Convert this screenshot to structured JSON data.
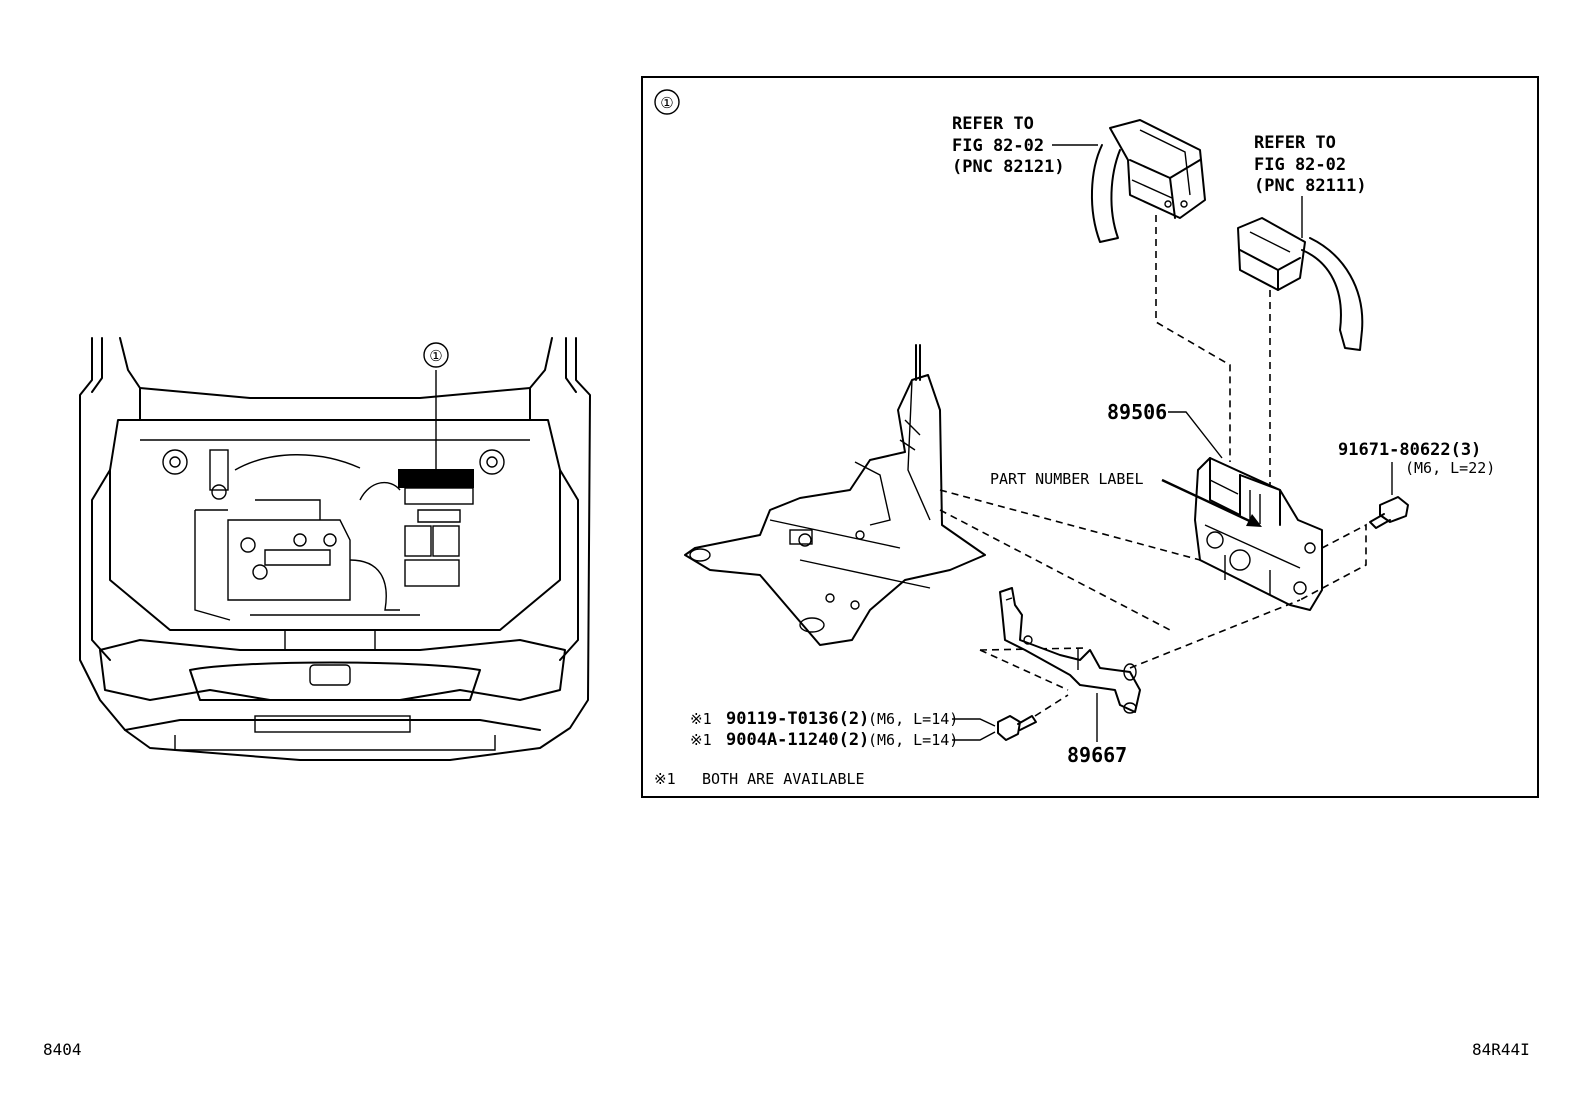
{
  "callout_symbol": "①",
  "refer_left": {
    "line1": "REFER TO",
    "line2": "FIG 82-02",
    "line3": "(PNC 82121)"
  },
  "refer_right": {
    "line1": "REFER TO",
    "line2": "FIG 82-02",
    "line3": "(PNC 82111)"
  },
  "parts": {
    "p89506": "89506",
    "label_text": "PART NUMBER LABEL",
    "bolt_right_pn": "91671-80622(3)",
    "bolt_right_spec": "(M6, L=22)",
    "bolt_a_mark": "※1",
    "bolt_a_pn": "90119-T0136(2)",
    "bolt_a_spec": "(M6, L=14)",
    "bolt_b_mark": "※1",
    "bolt_b_pn": "9004A-11240(2)",
    "bolt_b_spec": "(M6, L=14)",
    "p89667": "89667"
  },
  "note": {
    "mark": "※1",
    "text": "BOTH ARE AVAILABLE"
  },
  "footer": {
    "left_code": "8404",
    "right_code": "84R44I"
  }
}
